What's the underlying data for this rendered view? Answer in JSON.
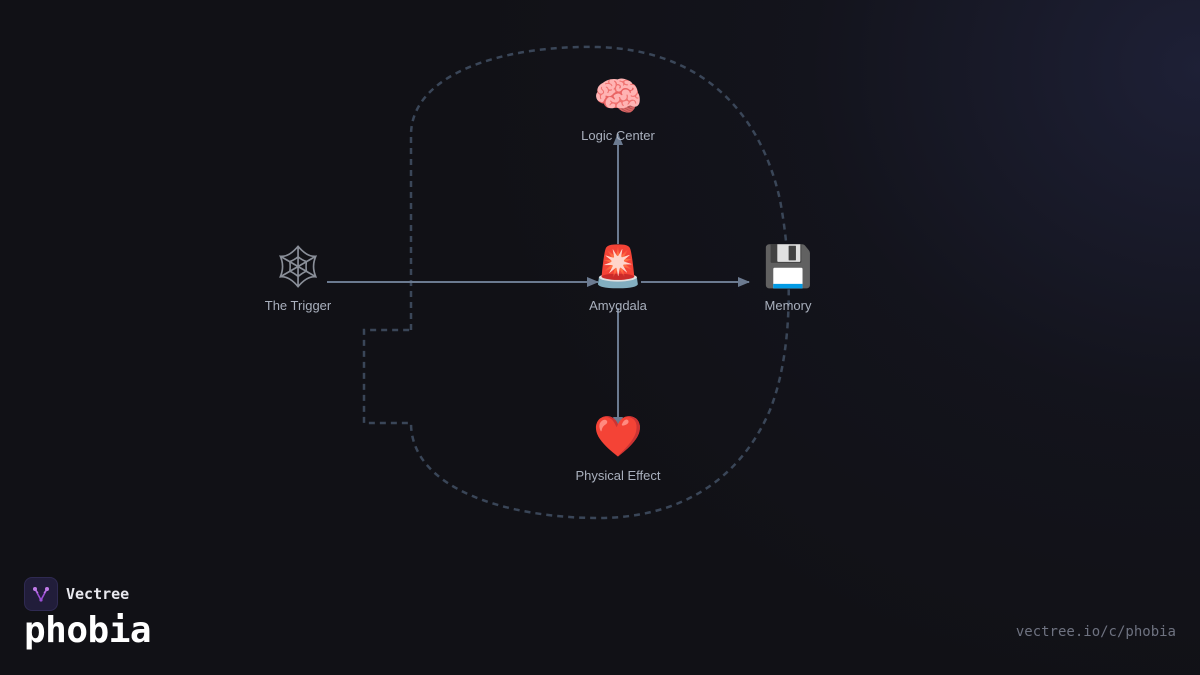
{
  "diagram": {
    "nodes": [
      {
        "id": "trigger",
        "label": "The Trigger",
        "icon": "spider-web-icon",
        "glyph": "🕸"
      },
      {
        "id": "amygdala",
        "label": "Amygdala",
        "icon": "siren-icon",
        "glyph": "🚨"
      },
      {
        "id": "logic",
        "label": "Logic Center",
        "icon": "brain-icon",
        "glyph": "🧠"
      },
      {
        "id": "memory",
        "label": "Memory",
        "icon": "floppy-disk-icon",
        "glyph": "💾"
      },
      {
        "id": "physical",
        "label": "Physical Effect",
        "icon": "heart-icon",
        "glyph": "❤️"
      }
    ],
    "edges": [
      {
        "from": "The Trigger",
        "to": "Amygdala"
      },
      {
        "from": "Amygdala",
        "to": "Memory"
      },
      {
        "from": "Amygdala",
        "to": "Logic Center"
      },
      {
        "from": "Amygdala",
        "to": "Physical Effect"
      }
    ],
    "colors": {
      "edge": "#6b7a90",
      "boundary": "#3a4658",
      "label": "#a9b0bd"
    }
  },
  "brand": {
    "name": "Vectree",
    "logo_icon": "vectree-logo-icon",
    "accent": "#9b4fd6"
  },
  "page": {
    "title": "phobia",
    "url": "vectree.io/c/phobia"
  }
}
